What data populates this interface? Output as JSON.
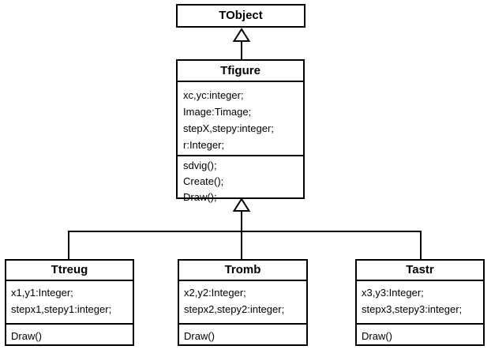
{
  "classes": {
    "tobject": {
      "name": "TObject"
    },
    "tfigure": {
      "name": "Tfigure",
      "attributes": [
        "xc,yc:integer;",
        "Image:Timage;",
        "stepX,stepy:integer;",
        "r:Integer;"
      ],
      "methods": [
        "sdvig();",
        "Create();",
        "Draw();"
      ]
    },
    "ttreug": {
      "name": "Ttreug",
      "attributes": [
        "x1,y1:Integer;",
        "stepx1,stepy1:integer;"
      ],
      "methods": [
        "Draw()"
      ]
    },
    "tromb": {
      "name": "Tromb",
      "attributes": [
        "x2,y2:Integer;",
        "stepx2,stepy2:integer;"
      ],
      "methods": [
        "Draw()"
      ]
    },
    "tastr": {
      "name": "Tastr",
      "attributes": [
        "x3,y3:Integer;",
        "stepx3,stepy3:integer;"
      ],
      "methods": [
        "Draw()"
      ]
    }
  },
  "relations": [
    {
      "type": "inheritance",
      "from": "Tfigure",
      "to": "TObject"
    },
    {
      "type": "inheritance",
      "from": "Ttreug",
      "to": "Tfigure"
    },
    {
      "type": "inheritance",
      "from": "Tromb",
      "to": "Tfigure"
    },
    {
      "type": "inheritance",
      "from": "Tastr",
      "to": "Tfigure"
    }
  ],
  "colors": {
    "line": "#000000",
    "background": "#ffffff",
    "text": "#000000"
  }
}
